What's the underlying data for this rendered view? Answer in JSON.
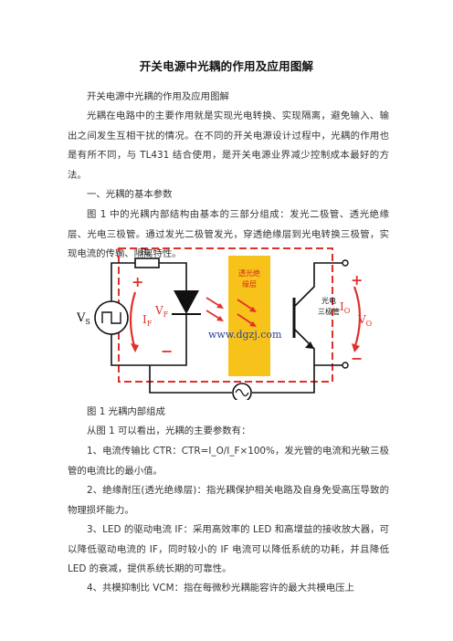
{
  "doc": {
    "title": "开关电源中光耦的作用及应用图解",
    "p1": "开关电源中光耦的作用及应用图解",
    "p2": "光耦在电路中的主要作用就是实现光电转换、实现隔离，避免输入、输出之间发生互相干扰的情况。在不同的开关电源设计过程中，光耦的作用也是有所不同，与 TL431 结合使用，是开关电源业界减少控制成本最好的方法。",
    "p3": "一、光耦的基本参数",
    "p4": "图 1 中的光耦内部结构由基本的三部分组成：发光二极管、透光绝缘层、光电三极管。通过发光二极管发光，穿透绝缘层到光电转换三极管，实现电流的传输、隔离特性。",
    "caption": "图 1 光耦内部组成",
    "p5": "从图 1 可以看出，光耦的主要参数有：",
    "p6": "1、电流传输比 CTR：CTR=I_O/I_F×100%，发光管的电流和光敏三极管的电流比的最小值。",
    "p7": "2、绝缘耐压(透光绝缘层)：指光耦保护相关电路及自身免受高压导致的物理损坏能力。",
    "p8": "3、LED 的驱动电流 IF：采用高效率的 LED 和高增益的接收放大器，可以降低驱动电流的 IF，同时较小的 IF 电流可以降低系统的功耗，并且降低 LED 的衰减，提供系统长期的可靠性。",
    "p9": "4、共模抑制比 VCM：指在每微秒光耦能容许的最大共模电压上"
  },
  "figure": {
    "rs": "R",
    "rs_sub": "S",
    "vs": "V",
    "vs_sub": "S",
    "if": "I",
    "if_sub": "F",
    "vf": "V",
    "vf_sub": "F",
    "io": "I",
    "io_sub": "O",
    "vo": "V",
    "vo_sub": "O",
    "plus": "+",
    "minus": "−",
    "insulation_1": "透光绝",
    "insulation_2": "缘层",
    "transistor_1": "光电",
    "transistor_2": "三极管",
    "watermark": "www.dgzj.com",
    "colors": {
      "dashed_frame": "#e0302a",
      "insulation": "#f7c21a",
      "wire": "#111111",
      "watermark": "#2a3f9c"
    }
  }
}
